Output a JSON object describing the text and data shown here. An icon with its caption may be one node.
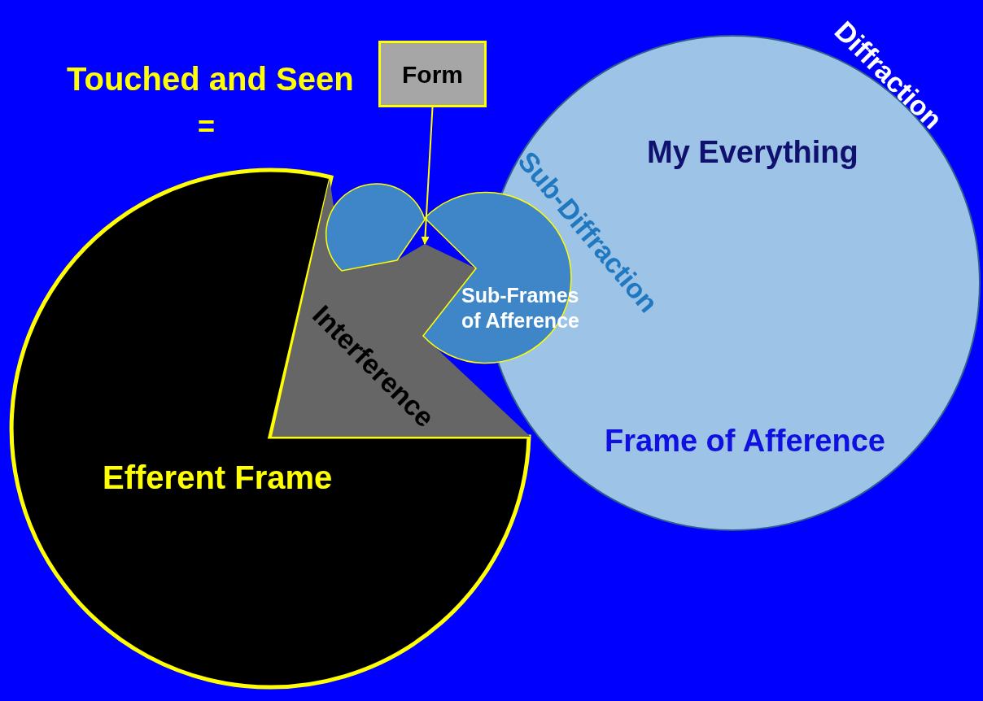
{
  "diagram": {
    "nodes": [
      {
        "text": [
          "Form"
        ]
      },
      {
        "text": [
          "Efferent Frame"
        ]
      },
      {
        "text": [
          "Interference"
        ]
      },
      {
        "text": [
          "My Everything",
          "Frame of Afference"
        ],
        "beside": [
          "Diffraction"
        ]
      },
      {
        "text": [
          "Sub-Frames of Afference"
        ]
      },
      {
        "text": [],
        "shape": "sector"
      }
    ],
    "edges": [
      {
        "from": 0,
        "to": 2,
        "arrow": "to",
        "color": "#ffff00"
      }
    ],
    "labels": [
      "Touched and Seen",
      "=",
      "Sub-Diffraction"
    ]
  }
}
